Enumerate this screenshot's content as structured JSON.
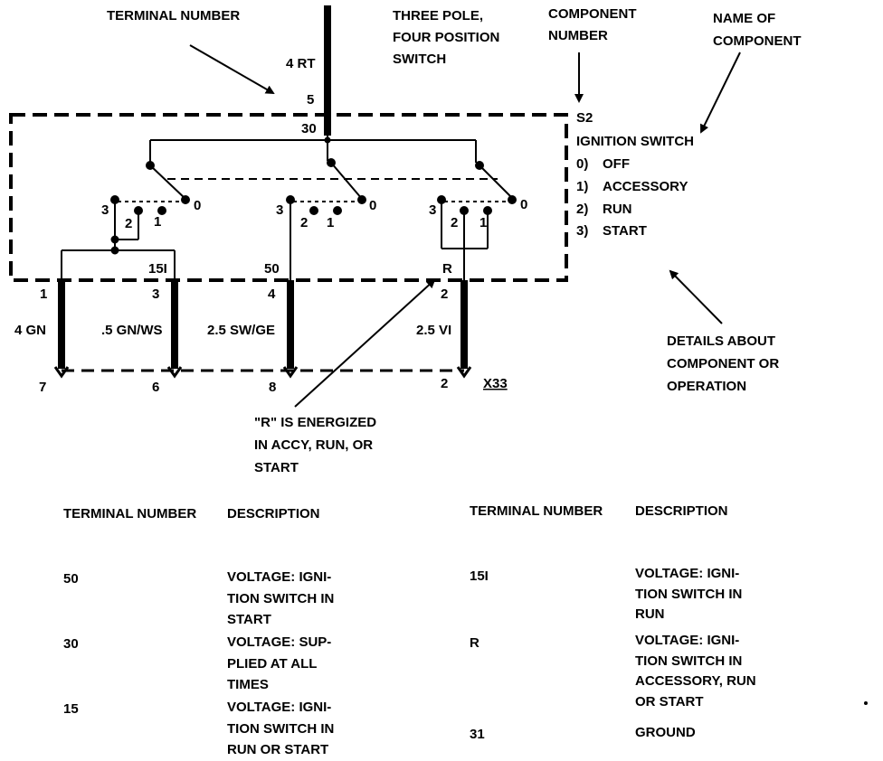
{
  "callouts": {
    "terminal_number": "TERMINAL NUMBER",
    "switch_type": [
      "THREE POLE,",
      "FOUR POSITION",
      "SWITCH"
    ],
    "component_number": [
      "COMPONENT",
      "NUMBER"
    ],
    "component_name": [
      "NAME OF",
      "COMPONENT"
    ],
    "details": [
      "DETAILS ABOUT",
      "COMPONENT OR",
      "OPERATION"
    ],
    "r_note": [
      "\"R\" IS ENERGIZED",
      "IN ACCY, RUN, OR",
      "START"
    ]
  },
  "component": {
    "id": "S2",
    "name": "IGNITION SWITCH",
    "positions": [
      {
        "num": "0)",
        "label": "OFF"
      },
      {
        "num": "1)",
        "label": "ACCESSORY"
      },
      {
        "num": "2)",
        "label": "RUN"
      },
      {
        "num": "3)",
        "label": "START"
      }
    ]
  },
  "wires": {
    "input": {
      "color": "4 RT",
      "pin": "5",
      "terminal": "30"
    },
    "outputs": [
      {
        "terminal": "15I",
        "pin": "1",
        "color": "4 GN",
        "connector_pin": "7"
      },
      {
        "terminal": "",
        "pin": "3",
        "color": ".5 GN/WS",
        "connector_pin": "6"
      },
      {
        "terminal": "50",
        "pin": "4",
        "color": "2.5 SW/GE",
        "connector_pin": "8"
      },
      {
        "terminal": "R",
        "pin": "2",
        "color": "2.5 VI",
        "connector_pin": "2"
      }
    ],
    "connector": "X33"
  },
  "switch_labels": {
    "pole": [
      "3",
      "2",
      "1",
      "0"
    ]
  },
  "legend": {
    "header_terminal": "TERMINAL NUMBER",
    "header_description": "DESCRIPTION",
    "left": [
      {
        "terminal": "50",
        "description": [
          "VOLTAGE: IGNI-",
          "TION SWITCH IN",
          "START"
        ]
      },
      {
        "terminal": "30",
        "description": [
          "VOLTAGE: SUP-",
          "PLIED AT ALL",
          "TIMES"
        ]
      },
      {
        "terminal": "15",
        "description": [
          "VOLTAGE: IGNI-",
          "TION SWITCH IN",
          "RUN OR START"
        ]
      }
    ],
    "right": [
      {
        "terminal": "15I",
        "description": [
          "VOLTAGE: IGNI-",
          "TION SWITCH IN",
          "RUN"
        ]
      },
      {
        "terminal": "R",
        "description": [
          "VOLTAGE: IGNI-",
          "TION SWITCH IN",
          "ACCESSORY, RUN",
          "OR START"
        ]
      },
      {
        "terminal": "31",
        "description": [
          "GROUND"
        ]
      }
    ]
  }
}
